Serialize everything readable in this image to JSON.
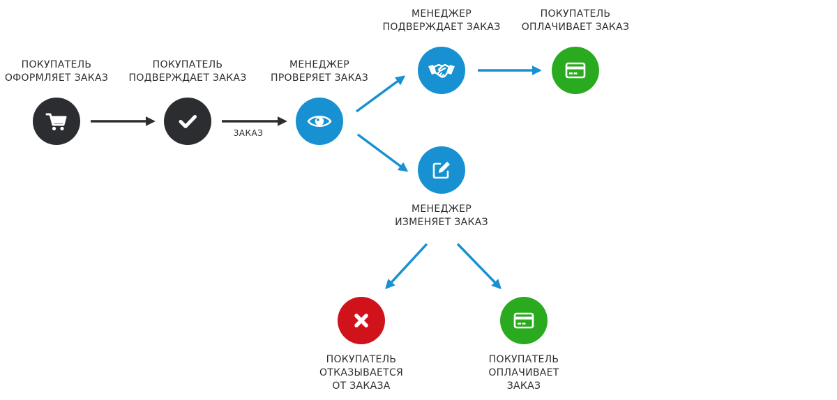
{
  "colors": {
    "dark": "#2b2d30",
    "blue": "#1791d1",
    "green": "#2aaa1f",
    "red": "#d0121b",
    "text": "#2b2d30"
  },
  "nodes": [
    {
      "id": "cart",
      "icon": "cart-icon",
      "color": "dark",
      "label": [
        "ПОКУПАТЕЛЬ",
        "ОФОРМЛЯЕТ ЗАКАЗ"
      ]
    },
    {
      "id": "confirm",
      "icon": "check-icon",
      "color": "dark",
      "label": [
        "ПОКУПАТЕЛЬ",
        "ПОДВЕРЖДАЕТ ЗАКАЗ"
      ]
    },
    {
      "id": "review",
      "icon": "eye-icon",
      "color": "blue",
      "label": [
        "МЕНЕДЖЕР",
        "ПРОВЕРЯЕТ ЗАКАЗ"
      ]
    },
    {
      "id": "approve",
      "icon": "handshake-icon",
      "color": "blue",
      "label": [
        "МЕНЕДЖЕР",
        "ПОДВЕРЖДАЕТ ЗАКАЗ"
      ]
    },
    {
      "id": "pay1",
      "icon": "credit-card-icon",
      "color": "green",
      "label": [
        "ПОКУПАТЕЛЬ",
        "ОПЛАЧИВАЕТ ЗАКАЗ"
      ]
    },
    {
      "id": "edit",
      "icon": "edit-icon",
      "color": "blue",
      "label": [
        "МЕНЕДЖЕР",
        "ИЗМЕНЯЕТ ЗАКАЗ"
      ]
    },
    {
      "id": "reject",
      "icon": "close-icon",
      "color": "red",
      "label": [
        "ПОКУПАТЕЛЬ",
        "ОТКАЗЫВАЕТСЯ",
        "ОТ ЗАКАЗА"
      ]
    },
    {
      "id": "pay2",
      "icon": "credit-card-icon",
      "color": "green",
      "label": [
        "ПОКУПАТЕЛЬ",
        "ОПЛАЧИВАЕТ",
        "ЗАКАЗ"
      ]
    }
  ],
  "edges": [
    {
      "from": "cart",
      "to": "confirm",
      "color": "dark"
    },
    {
      "from": "confirm",
      "to": "review",
      "color": "dark",
      "label": "ЗАКАЗ"
    },
    {
      "from": "review",
      "to": "approve",
      "color": "blue"
    },
    {
      "from": "review",
      "to": "edit",
      "color": "blue"
    },
    {
      "from": "approve",
      "to": "pay1",
      "color": "blue"
    },
    {
      "from": "edit",
      "to": "reject",
      "color": "blue"
    },
    {
      "from": "edit",
      "to": "pay2",
      "color": "blue"
    }
  ]
}
